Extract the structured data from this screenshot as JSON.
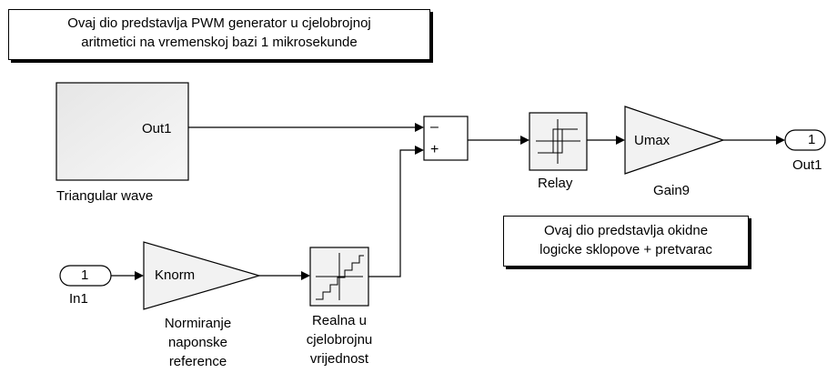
{
  "annotations": {
    "top_note": [
      "Ovaj dio predstavlja PWM generator u cjelobrojnoj",
      "aritmetici na vremenskoj bazi 1 mikrosekunde"
    ],
    "bottom_note": [
      "Ovaj dio predstavlja okidne",
      "logicke sklopove + pretvarac"
    ]
  },
  "blocks": {
    "triangular_wave": {
      "port_label": "Out1",
      "name": "Triangular wave"
    },
    "sum": {
      "sign_top": "–",
      "sign_bottom": "+"
    },
    "relay": {
      "name": "Relay"
    },
    "gain9": {
      "text": "Umax",
      "name": "Gain9"
    },
    "out1": {
      "number": "1",
      "name": "Out1"
    },
    "in1": {
      "number": "1",
      "name": "In1"
    },
    "knorm": {
      "text": "Knorm",
      "name": [
        "Normiranje",
        "naponske",
        "reference"
      ]
    },
    "quantizer": {
      "name": [
        "Realna u",
        "cjelobrojnu",
        "vrijednost"
      ]
    }
  },
  "colors": {
    "block_fill": "#f2f2f2",
    "stroke": "#000000"
  }
}
